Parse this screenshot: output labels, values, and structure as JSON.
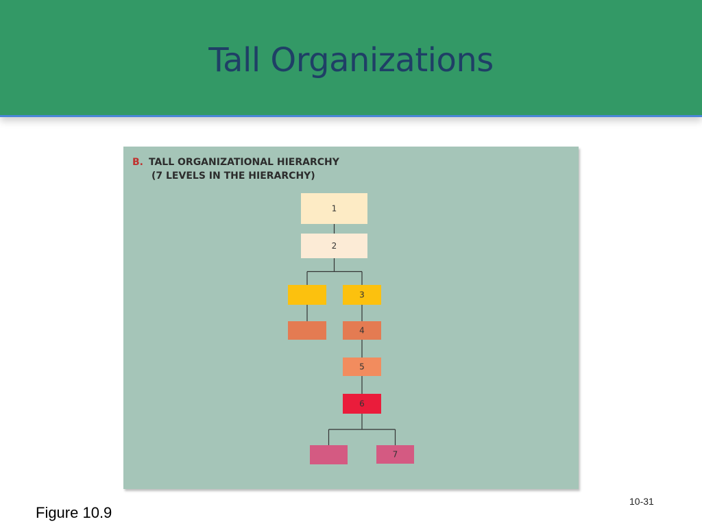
{
  "slide": {
    "title": "Tall Organizations",
    "caption": "Figure 10.9",
    "page_number": "10-31",
    "colors": {
      "title_bar": "#339966",
      "title_text": "#1f3f66",
      "panel": "#a5c5b8"
    }
  },
  "figure": {
    "prefix": "B.",
    "heading_line1": "TALL ORGANIZATIONAL HIERARCHY",
    "heading_line2": "(7 LEVELS IN THE HIERARCHY)",
    "nodes": [
      {
        "id": "n1",
        "label": "1",
        "color": "#fdebc5"
      },
      {
        "id": "n2",
        "label": "2",
        "color": "#fcebd6"
      },
      {
        "id": "n3a",
        "label": "",
        "color": "#fcc10e"
      },
      {
        "id": "n3",
        "label": "3",
        "color": "#fcc10e"
      },
      {
        "id": "n4a",
        "label": "",
        "color": "#e47b52"
      },
      {
        "id": "n4",
        "label": "4",
        "color": "#e47b52"
      },
      {
        "id": "n5",
        "label": "5",
        "color": "#f28c5e"
      },
      {
        "id": "n6",
        "label": "6",
        "color": "#ea1c3b"
      },
      {
        "id": "n7a",
        "label": "",
        "color": "#d45a82"
      },
      {
        "id": "n7",
        "label": "7",
        "color": "#d45a82"
      }
    ],
    "edges": [
      [
        "n1",
        "n2"
      ],
      [
        "n2",
        "n3a"
      ],
      [
        "n2",
        "n3"
      ],
      [
        "n3a",
        "n4a"
      ],
      [
        "n3",
        "n4"
      ],
      [
        "n4",
        "n5"
      ],
      [
        "n5",
        "n6"
      ],
      [
        "n6",
        "n7a"
      ],
      [
        "n6",
        "n7"
      ]
    ]
  }
}
